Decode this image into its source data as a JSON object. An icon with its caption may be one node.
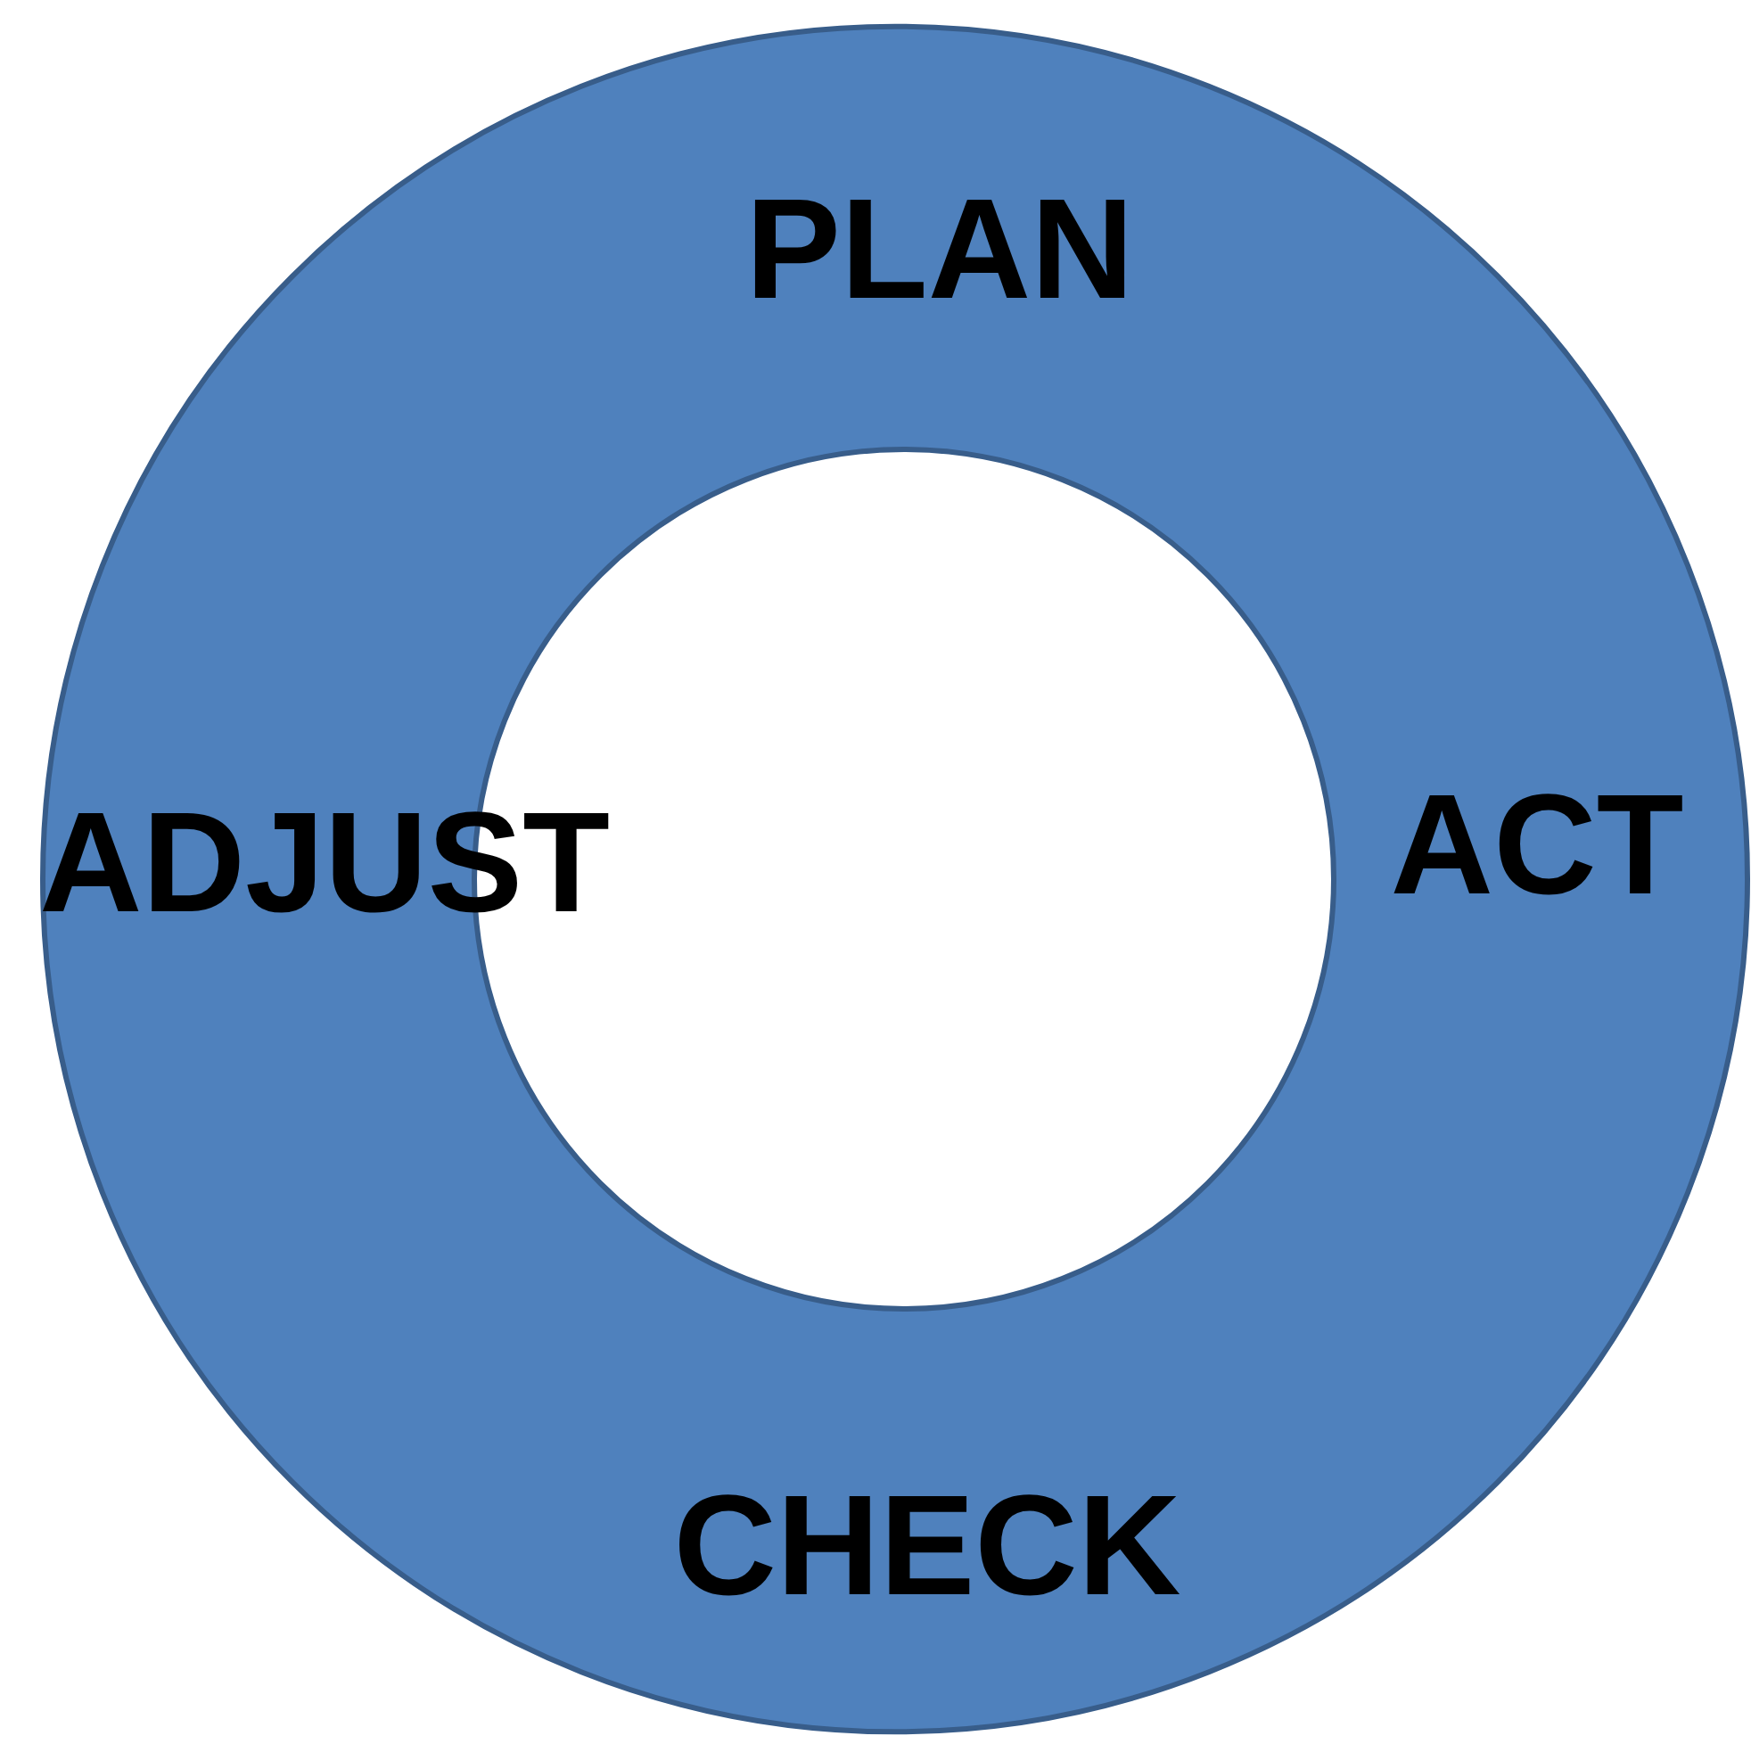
{
  "diagram": {
    "nodes": [
      {
        "text": [
          "PLAN",
          "ADJUST",
          "ACT",
          "CHECK"
        ]
      }
    ]
  }
}
